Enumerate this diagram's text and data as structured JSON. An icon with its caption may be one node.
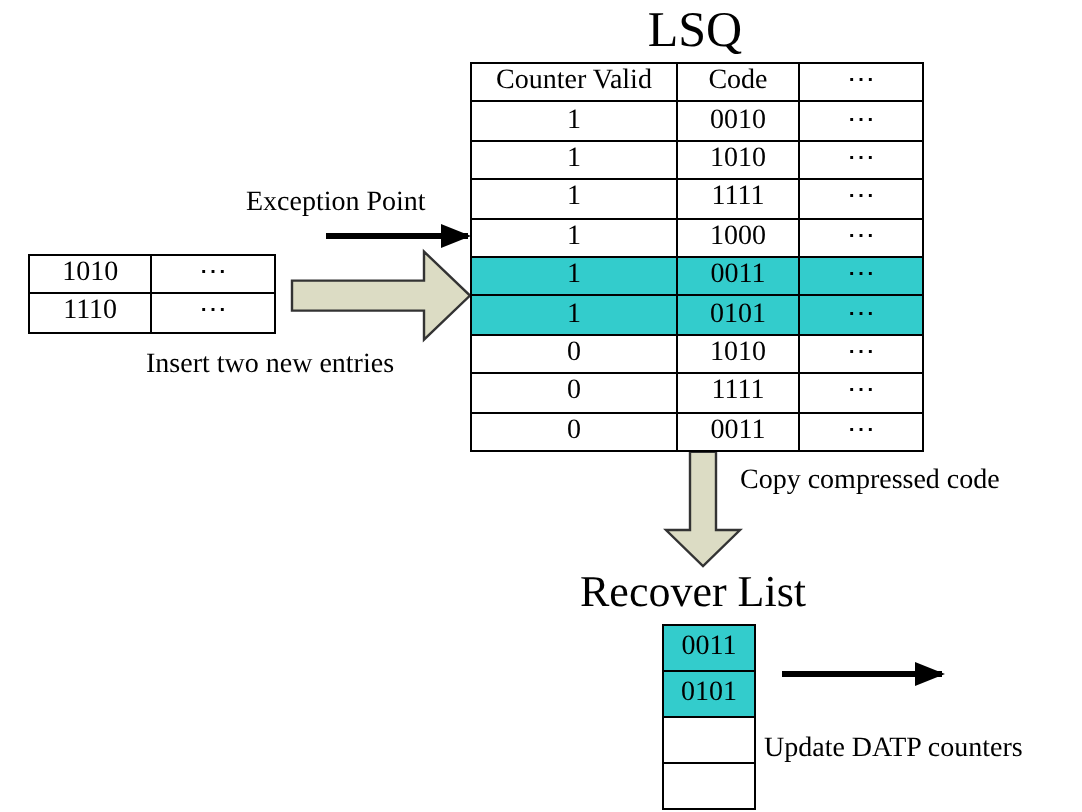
{
  "diagram": {
    "nodes": [
      {
        "text": [
          "LSQ",
          "Counter Valid",
          "Code",
          "⋯",
          "1",
          "0010",
          "⋯",
          "1",
          "1010",
          "⋯",
          "1",
          "1111",
          "⋯",
          "1",
          "1000",
          "⋯",
          "1",
          "0011",
          "⋯",
          "1",
          "0101",
          "⋯",
          "0",
          "1010",
          "⋯",
          "0",
          "1111",
          "⋯",
          "0",
          "0011",
          "⋯"
        ]
      },
      {
        "text": [
          "1010",
          "⋯",
          "1110",
          "⋯"
        ]
      },
      {
        "text": [
          "Recover List",
          "0011",
          "0101"
        ]
      }
    ],
    "edges": [
      {
        "from": null,
        "to": 0,
        "arrow": "to",
        "label": "Exception Point"
      },
      {
        "from": 1,
        "to": 0,
        "arrow": "to",
        "label": "Insert two new entries",
        "style": "thick"
      },
      {
        "from": 0,
        "to": 2,
        "arrow": "to",
        "label": "Copy compressed code",
        "style": "thick"
      },
      {
        "from": 2,
        "to": null,
        "arrow": "to",
        "label": "Update DATP counters"
      }
    ]
  }
}
